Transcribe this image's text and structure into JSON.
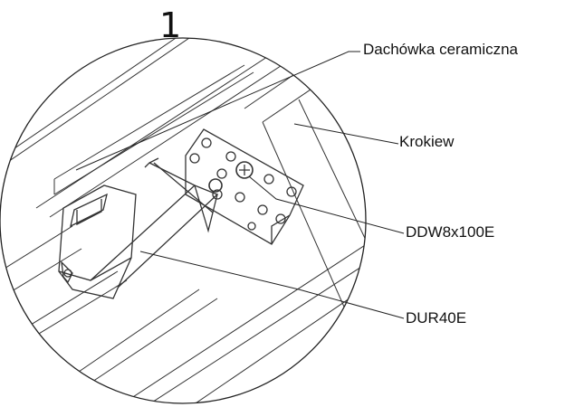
{
  "detail": {
    "number": "1",
    "labels": {
      "tile": "Dachówka ceramiczna",
      "rafter": "Krokiew",
      "screw": "DDW8x100E",
      "hook": "DUR40E"
    }
  }
}
